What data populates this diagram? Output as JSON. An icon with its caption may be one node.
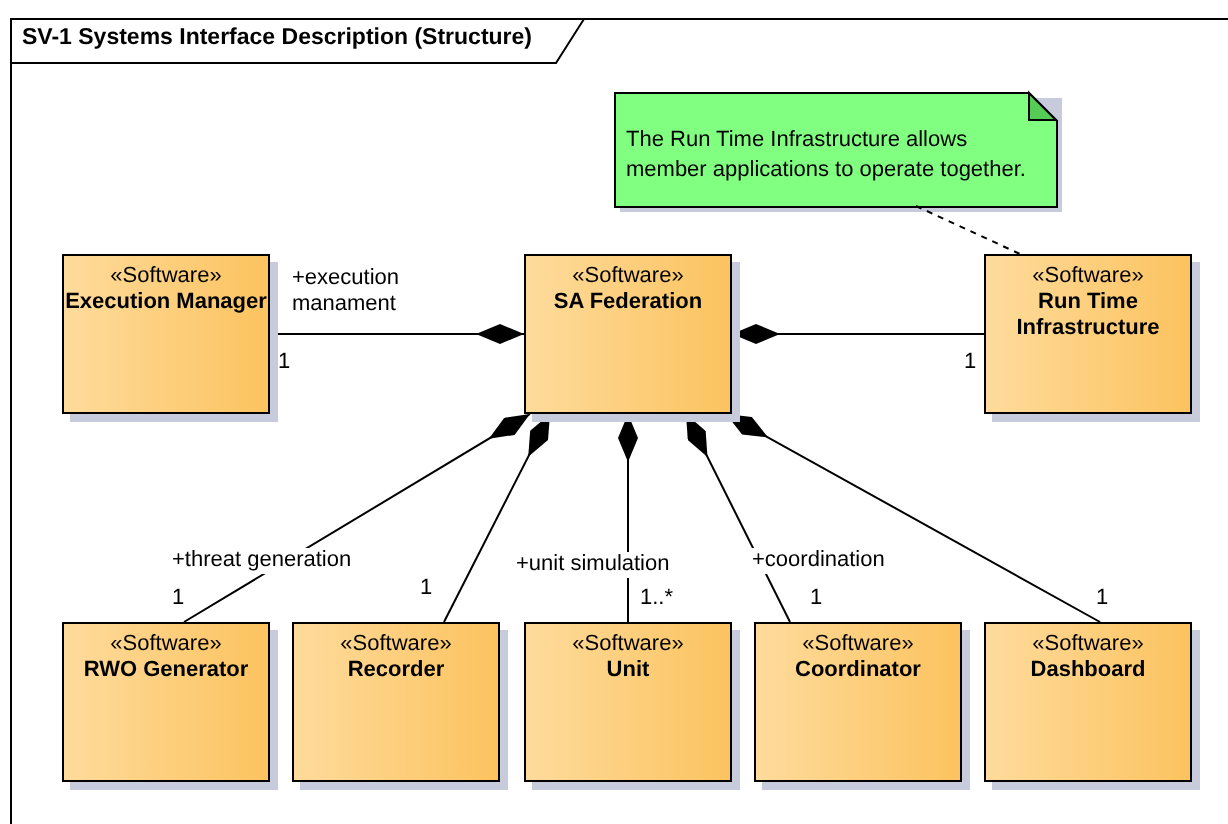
{
  "diagram": {
    "title": "SV-1 Systems Interface Description (Structure)",
    "nodes": [
      {
        "text": [
          "The Run Time Infrastructure allows member applications to operate together."
        ]
      },
      {
        "text": [
          "«Software»",
          "Execution Manager"
        ]
      },
      {
        "text": [
          "«Software»",
          "SA Federation"
        ]
      },
      {
        "text": [
          "«Software»",
          "Run Time Infrastructure"
        ]
      },
      {
        "text": [
          "«Software»",
          "RWO Generator"
        ]
      },
      {
        "text": [
          "«Software»",
          "Recorder"
        ]
      },
      {
        "text": [
          "«Software»",
          "Unit"
        ]
      },
      {
        "text": [
          "«Software»",
          "Coordinator"
        ]
      },
      {
        "text": [
          "«Software»",
          "Dashboard"
        ]
      }
    ],
    "edges": [
      {
        "from": 0,
        "to": 3,
        "arrow": "none",
        "style": "dashed"
      },
      {
        "from": 1,
        "to": 2,
        "arrow": "other",
        "label": "+execution manament"
      },
      {
        "from": 3,
        "to": 2,
        "arrow": "other"
      },
      {
        "from": 4,
        "to": 2,
        "arrow": "other",
        "label": "+threat generation"
      },
      {
        "from": 5,
        "to": 2,
        "arrow": "other"
      },
      {
        "from": 6,
        "to": 2,
        "arrow": "other",
        "label": "+unit simulation"
      },
      {
        "from": 7,
        "to": 2,
        "arrow": "other",
        "label": "+coordination"
      },
      {
        "from": 8,
        "to": 2,
        "arrow": "other"
      }
    ],
    "labels": [
      "1",
      "1",
      "1",
      "1",
      "1..*",
      "1",
      "1"
    ]
  }
}
